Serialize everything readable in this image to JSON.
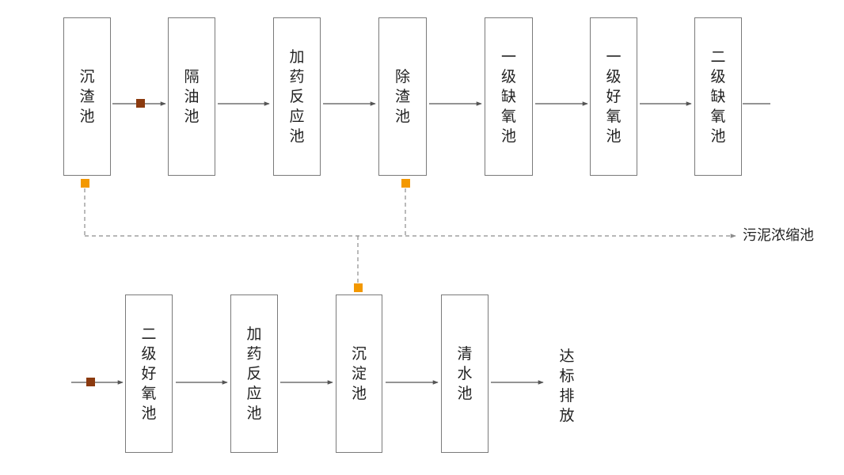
{
  "row1": [
    {
      "name": "沉渣池"
    },
    {
      "name": "隔油池"
    },
    {
      "name": "加药反应池"
    },
    {
      "name": "除渣池"
    },
    {
      "name": "一级缺氧池"
    },
    {
      "name": "一级好氧池"
    },
    {
      "name": "二级缺氧池"
    }
  ],
  "row2": [
    {
      "name": "二级好氧池"
    },
    {
      "name": "加药反应池"
    },
    {
      "name": "沉淀池"
    },
    {
      "name": "清水池"
    }
  ],
  "discharge_label": "达标排放",
  "sludge_label": "污泥浓缩池",
  "colors": {
    "box_border": "#7a7a7a",
    "arrow": "#555555",
    "dashed": "#8c8c8c",
    "valve_brown": "#8b3a0f",
    "valve_orange": "#f39800"
  }
}
